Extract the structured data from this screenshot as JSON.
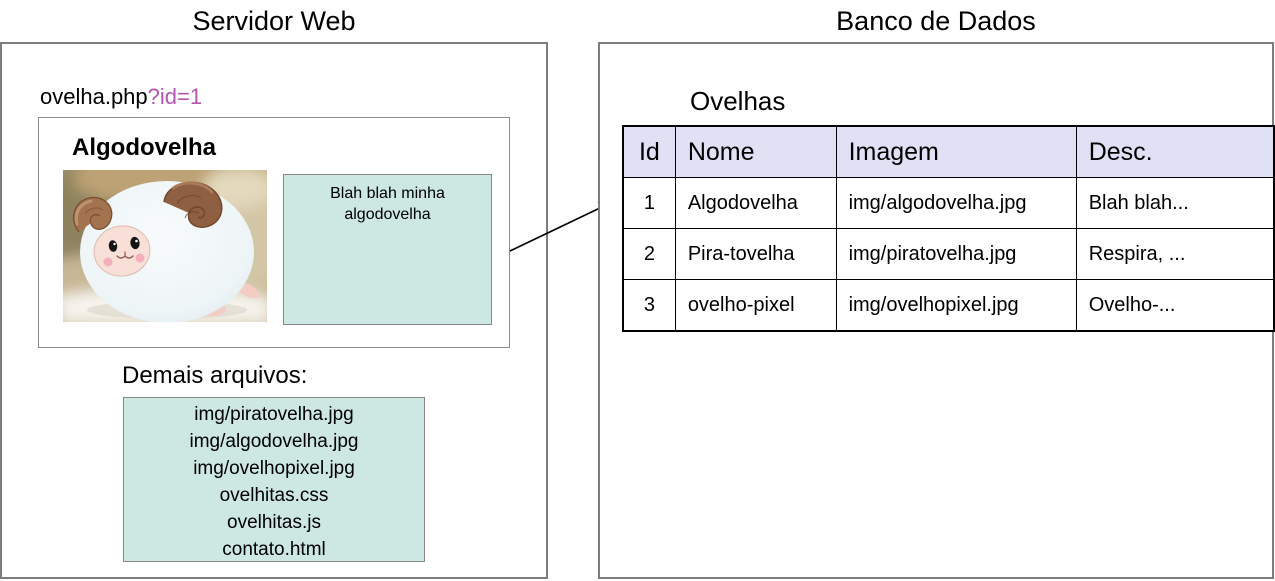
{
  "left_panel": {
    "title": "Servidor Web",
    "request_file": "ovelha.php",
    "request_query": "?id=1",
    "page_heading": "Algodovelha",
    "note_line1": "Blah blah minha",
    "note_line2": "algodovelha",
    "files_label": "Demais arquivos:",
    "files": [
      "img/piratovelha.jpg",
      "img/algodovelha.jpg",
      "img/ovelhopixel.jpg",
      "ovelhitas.css",
      "ovelhitas.js",
      "contato.html"
    ]
  },
  "right_panel": {
    "title": "Banco de Dados",
    "table_title": "Ovelhas",
    "columns": [
      "Id",
      "Nome",
      "Imagem",
      "Desc."
    ],
    "rows": [
      [
        "1",
        "Algodovelha",
        "img/algodovelha.jpg",
        "Blah blah..."
      ],
      [
        "2",
        "Pira-tovelha",
        "img/piratovelha.jpg",
        "Respira, ..."
      ],
      [
        "3",
        "ovelho-pixel",
        "img/ovelhopixel.jpg",
        "Ovelho-..."
      ]
    ]
  },
  "icons": {
    "sheep_photo": "algodovelha-plush-sheep-photo",
    "arrow": "query-arrow"
  },
  "colors": {
    "query_accent": "#b157b1",
    "note_bg": "#cde7e2",
    "table_header_bg": "#e1e1f6",
    "panel_border": "#7d7d7d"
  }
}
